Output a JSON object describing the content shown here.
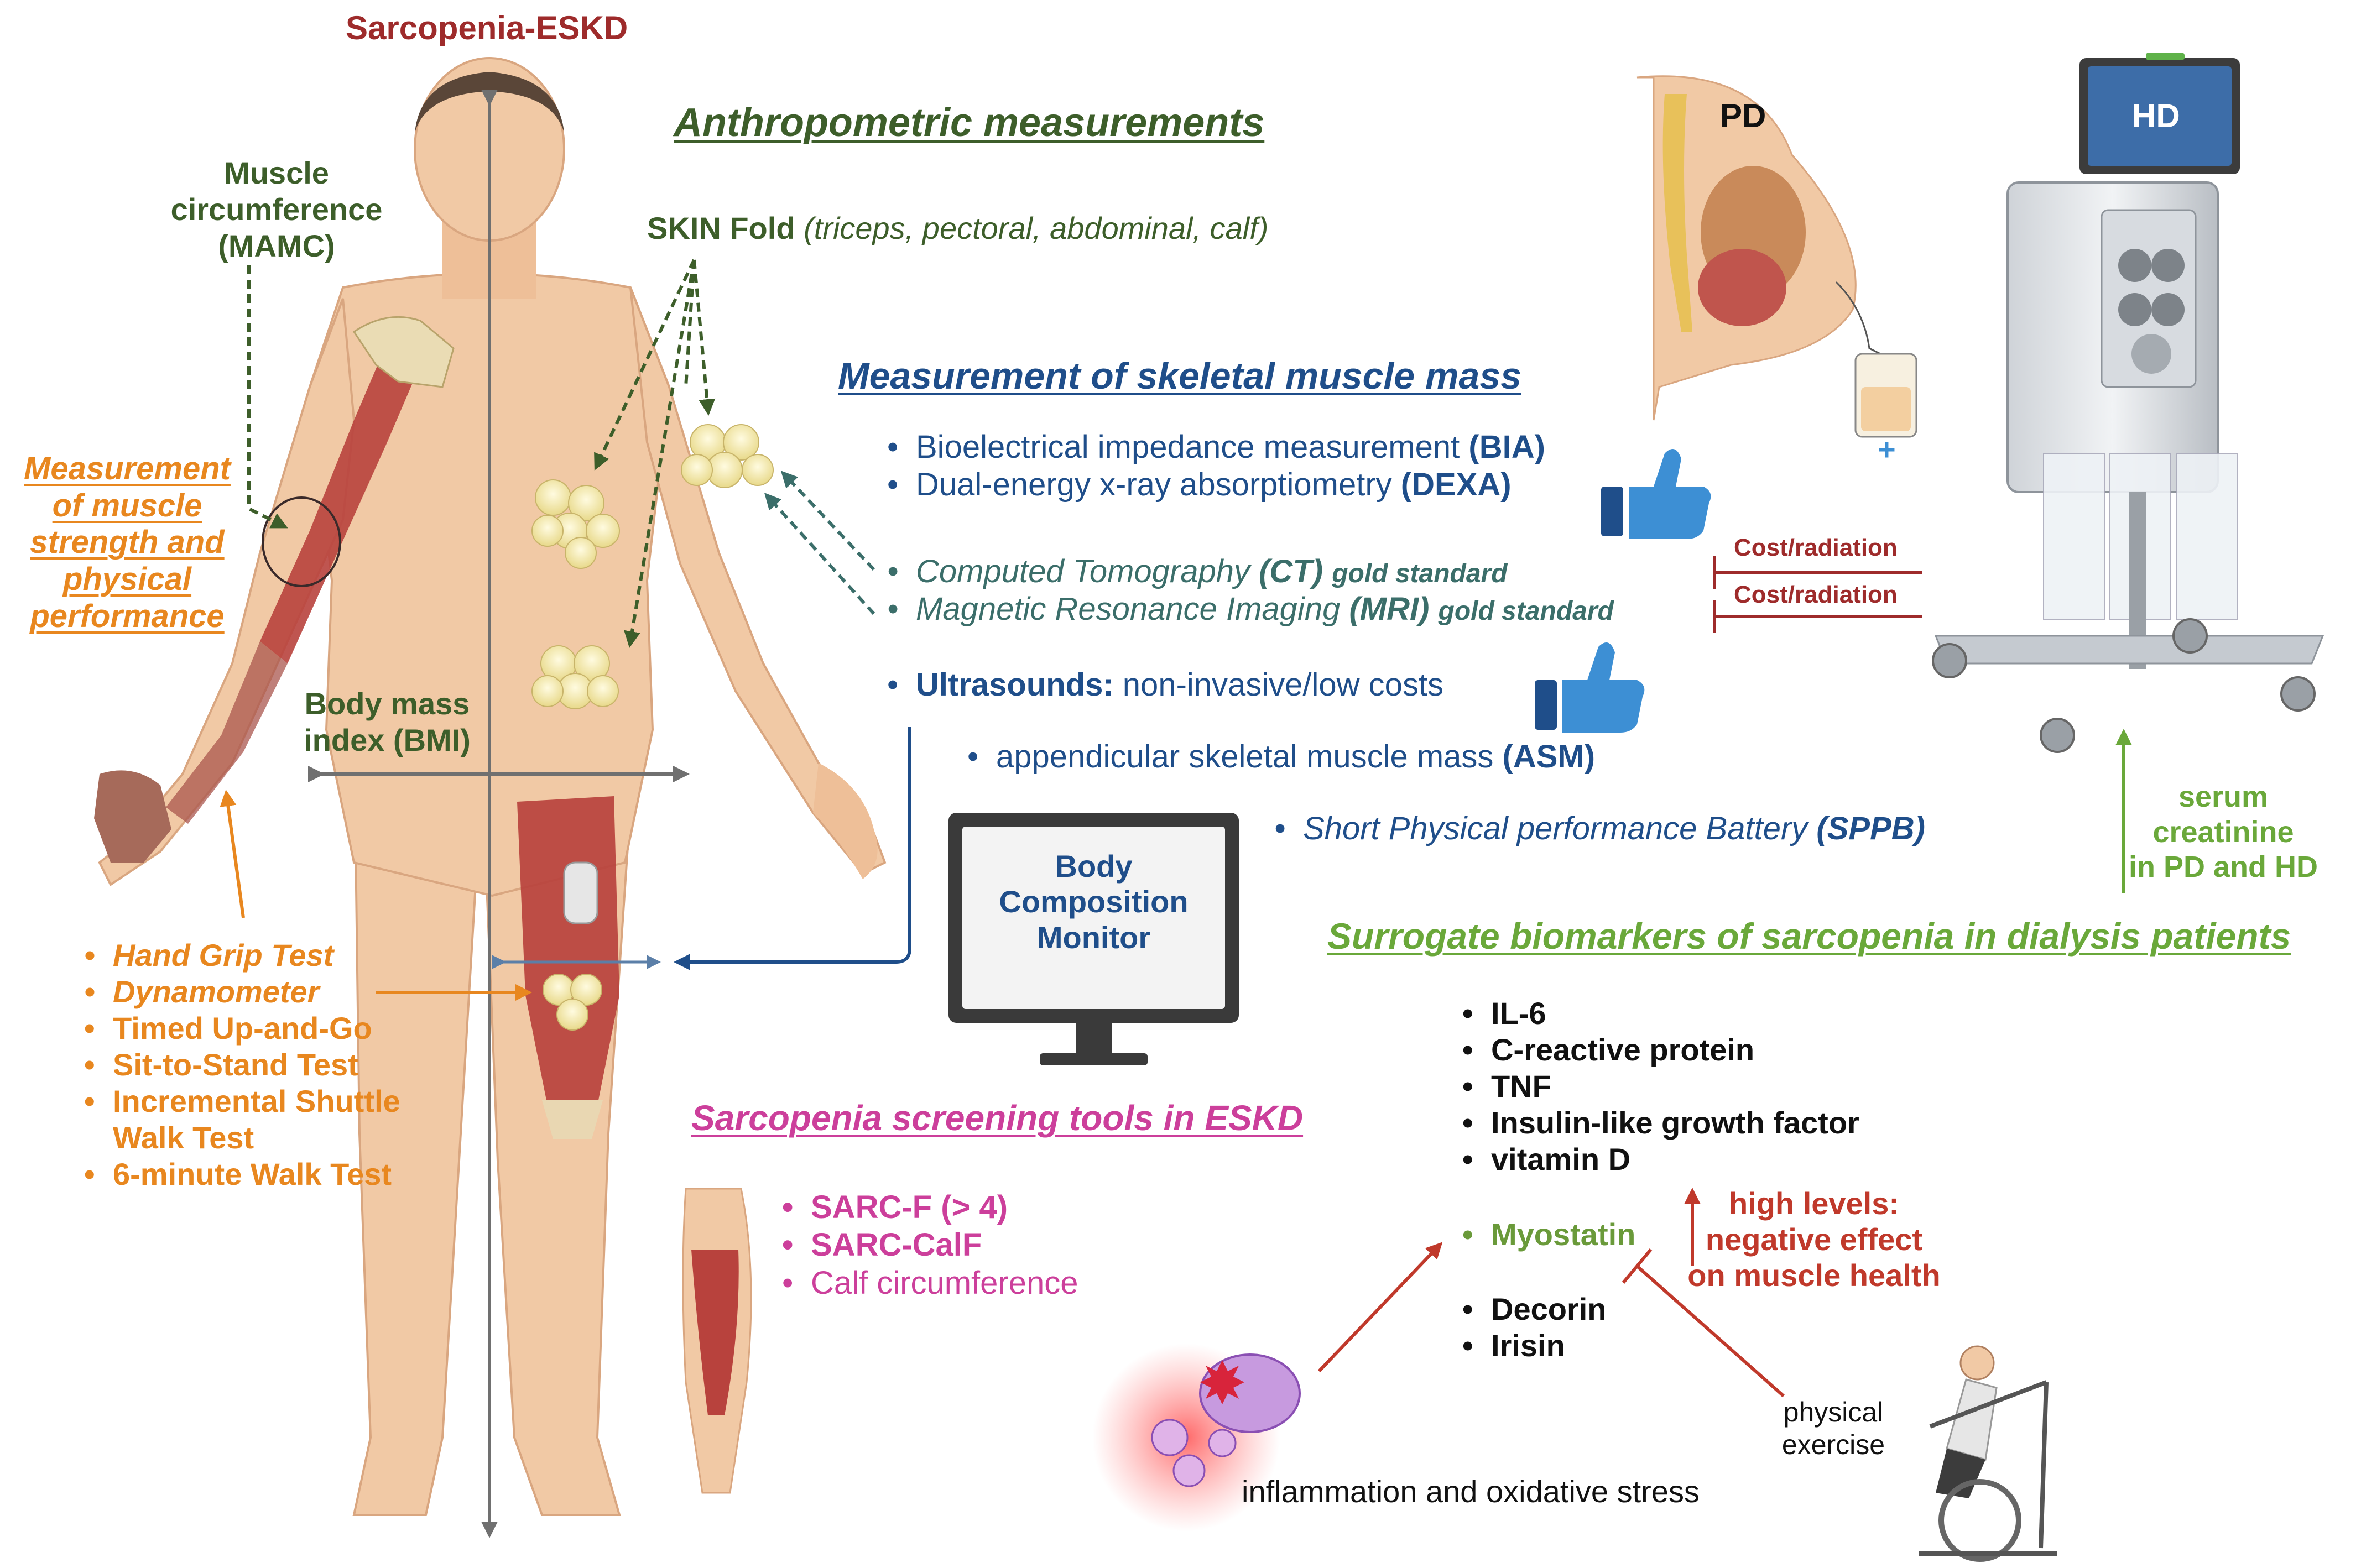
{
  "title": "Sarcopenia-ESKD",
  "anthropometric": {
    "heading": "Anthropometric measurements",
    "skin_fold_label": "SKIN Fold",
    "skin_fold_sites": "(triceps, pectoral, abdominal, calf)",
    "muscle_circ": [
      "Muscle",
      "circumference",
      "(MAMC)"
    ],
    "bmi": [
      "Body mass",
      "index (BMI)"
    ]
  },
  "strength": {
    "heading": [
      "Measurement",
      "of muscle",
      "strength and",
      "physical",
      "performance"
    ],
    "tests": [
      {
        "text": "Hand Grip Test",
        "italic": true
      },
      {
        "text": "Dynamometer",
        "italic": true
      },
      {
        "text": "Timed Up-and-Go",
        "italic": false
      },
      {
        "text": "Sit-to-Stand Test",
        "italic": false
      },
      {
        "text": "Incremental Shuttle",
        "italic": false
      },
      {
        "text": "Walk Test",
        "italic": false
      },
      {
        "text": "6-minute Walk Test",
        "italic": false
      }
    ]
  },
  "skeletal": {
    "heading": "Measurement of skeletal muscle mass",
    "bia": {
      "text": "Bioelectrical impedance measurement ",
      "abbr": "(BIA)"
    },
    "dexa": {
      "text": "Dual-energy x-ray absorptiometry ",
      "abbr": "(DEXA)"
    },
    "ct": {
      "text": "Computed Tomography ",
      "abbr": "(CT)",
      "note": "gold standard"
    },
    "mri": {
      "text": "Magnetic Resonance Imaging ",
      "abbr": "(MRI)",
      "note": "gold standard"
    },
    "cost_label": "Cost/radiation",
    "ultrasound": {
      "label": "Ultrasounds:",
      "text": " non-invasive/low costs"
    },
    "asm": {
      "text": "appendicular skeletal muscle mass ",
      "abbr": "(ASM)"
    },
    "sppb": {
      "text": "Short Physical performance Battery ",
      "abbr": "(SPPB)"
    }
  },
  "monitor": [
    "Body",
    "Composition",
    "Monitor"
  ],
  "dialysis": {
    "pd": "PD",
    "hd": "HD",
    "plus": "+",
    "creatinine": [
      "serum",
      "creatinine",
      "in PD and HD"
    ]
  },
  "screening": {
    "heading": "Sarcopenia screening tools in ESKD",
    "tools": [
      {
        "text": "SARC-F (> 4)",
        "bold": true
      },
      {
        "text": "SARC-CalF",
        "bold": true
      },
      {
        "text": "Calf circumference",
        "bold": false
      }
    ]
  },
  "biomarkers": {
    "heading": "Surrogate biomarkers of sarcopenia in dialysis patients",
    "list1": [
      "IL-6",
      "C-reactive protein",
      "TNF",
      "Insulin-like growth factor",
      "vitamin D"
    ],
    "myostatin": "Myostatin",
    "list2": [
      "Decorin",
      "Irisin"
    ],
    "high_levels": [
      "high levels:",
      "negative effect",
      "on muscle health"
    ],
    "inflammation": "inflammation and oxidative stress",
    "exercise": [
      "physical",
      "exercise"
    ]
  },
  "colors": {
    "green": "#3d5e2a",
    "orange": "#e8871f",
    "blue": "#1f4e8a",
    "teal": "#3b6e6a",
    "pink": "#cc3f9b",
    "light_green": "#6aa83a",
    "red": "#c0392b",
    "skin": "#f1c9a5",
    "muscle": "#b8423d"
  }
}
